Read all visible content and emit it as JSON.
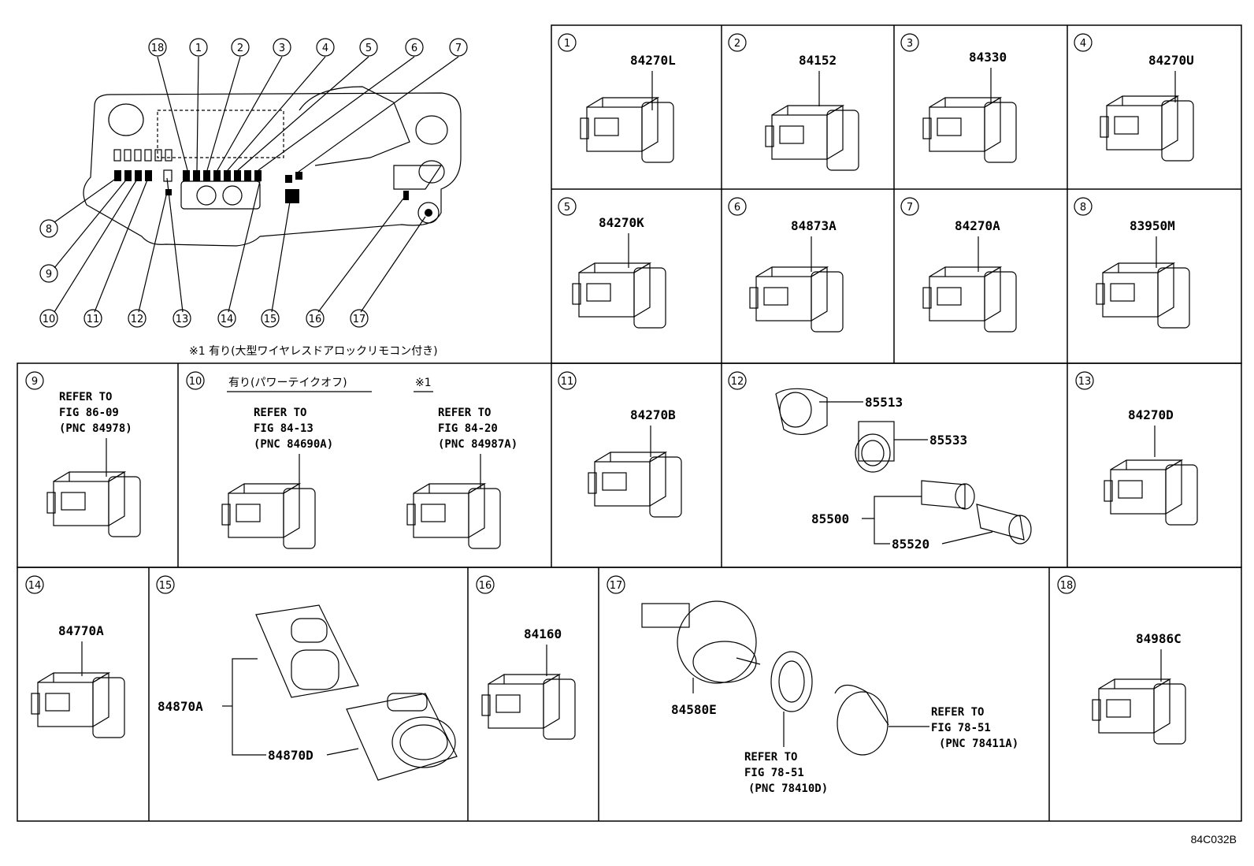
{
  "diagram_code": "84C032B",
  "overview": {
    "callouts_top": [
      "18",
      "1",
      "2",
      "3",
      "4",
      "5",
      "6",
      "7"
    ],
    "callouts_left": [
      "8",
      "9"
    ],
    "callouts_bottom": [
      "10",
      "11",
      "12",
      "13",
      "14",
      "15",
      "16",
      "17"
    ],
    "note": "※1 有り(大型ワイヤレスドアロックリモコン付き)"
  },
  "cells": {
    "c1": {
      "num": "1",
      "part": "84270L"
    },
    "c2": {
      "num": "2",
      "part": "84152"
    },
    "c3": {
      "num": "3",
      "part": "84330"
    },
    "c4": {
      "num": "4",
      "part": "84270U"
    },
    "c5": {
      "num": "5",
      "part": "84270K"
    },
    "c6": {
      "num": "6",
      "part": "84873A"
    },
    "c7": {
      "num": "7",
      "part": "84270A"
    },
    "c8": {
      "num": "8",
      "part": "83950M"
    },
    "c9": {
      "num": "9",
      "ref1": "REFER TO",
      "ref2": "FIG 86-09",
      "ref3": "(PNC 84978)"
    },
    "c10": {
      "num": "10",
      "label_a": "有り(パワーテイクオフ)",
      "label_b": "※1",
      "a_ref1": "REFER TO",
      "a_ref2": "FIG 84-13",
      "a_ref3": "(PNC 84690A)",
      "b_ref1": "REFER TO",
      "b_ref2": "FIG 84-20",
      "b_ref3": "(PNC 84987A)"
    },
    "c11": {
      "num": "11",
      "part": "84270B"
    },
    "c12": {
      "num": "12",
      "p1": "85513",
      "p2": "85533",
      "p3": "85500",
      "p4": "85520"
    },
    "c13": {
      "num": "13",
      "part": "84270D"
    },
    "c14": {
      "num": "14",
      "part": "84770A"
    },
    "c15": {
      "num": "15",
      "p1": "84870A",
      "p2": "84870D"
    },
    "c16": {
      "num": "16",
      "part": "84160"
    },
    "c17": {
      "num": "17",
      "p1": "84580E",
      "a_ref1": "REFER TO",
      "a_ref2": "FIG 78-51",
      "a_ref3": "(PNC 78410D)",
      "b_ref1": "REFER TO",
      "b_ref2": "FIG 78-51",
      "b_ref3": "(PNC 78411A)"
    },
    "c18": {
      "num": "18",
      "part": "84986C"
    }
  }
}
